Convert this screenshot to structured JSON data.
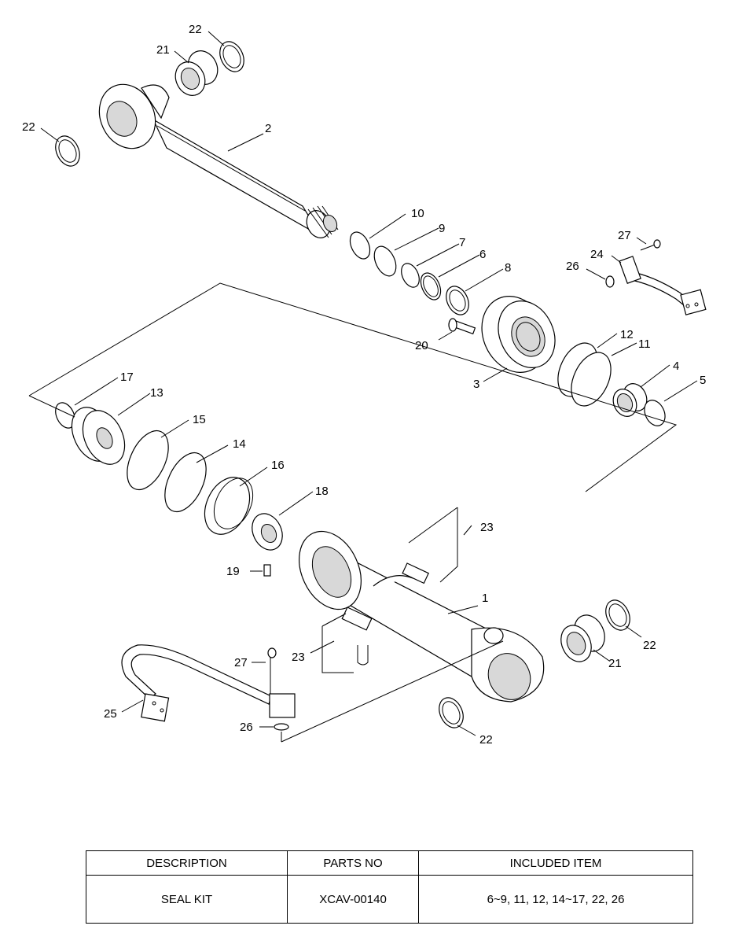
{
  "callouts": [
    {
      "id": "c22a",
      "text": "22"
    },
    {
      "id": "c21a",
      "text": "21"
    },
    {
      "id": "c22b",
      "text": "22"
    },
    {
      "id": "c2",
      "text": "2"
    },
    {
      "id": "c10",
      "text": "10"
    },
    {
      "id": "c9",
      "text": "9"
    },
    {
      "id": "c7",
      "text": "7"
    },
    {
      "id": "c6",
      "text": "6"
    },
    {
      "id": "c8",
      "text": "8"
    },
    {
      "id": "c27a",
      "text": "27"
    },
    {
      "id": "c24",
      "text": "24"
    },
    {
      "id": "c26a",
      "text": "26"
    },
    {
      "id": "c20",
      "text": "20"
    },
    {
      "id": "c12",
      "text": "12"
    },
    {
      "id": "c11",
      "text": "11"
    },
    {
      "id": "c3",
      "text": "3"
    },
    {
      "id": "c4",
      "text": "4"
    },
    {
      "id": "c5",
      "text": "5"
    },
    {
      "id": "c17",
      "text": "17"
    },
    {
      "id": "c13",
      "text": "13"
    },
    {
      "id": "c15",
      "text": "15"
    },
    {
      "id": "c14",
      "text": "14"
    },
    {
      "id": "c16",
      "text": "16"
    },
    {
      "id": "c18",
      "text": "18"
    },
    {
      "id": "c23a",
      "text": "23"
    },
    {
      "id": "c19",
      "text": "19"
    },
    {
      "id": "c1",
      "text": "1"
    },
    {
      "id": "c23b",
      "text": "23"
    },
    {
      "id": "c22c",
      "text": "22"
    },
    {
      "id": "c21b",
      "text": "21"
    },
    {
      "id": "c27b",
      "text": "27"
    },
    {
      "id": "c25",
      "text": "25"
    },
    {
      "id": "c26b",
      "text": "26"
    },
    {
      "id": "c22d",
      "text": "22"
    }
  ],
  "kit_table": {
    "headers": [
      "DESCRIPTION",
      "PARTS NO",
      "INCLUDED ITEM"
    ],
    "rows": [
      [
        "SEAL KIT",
        "XCAV-00140",
        "6~9, 11, 12, 14~17, 22, 26"
      ]
    ]
  }
}
